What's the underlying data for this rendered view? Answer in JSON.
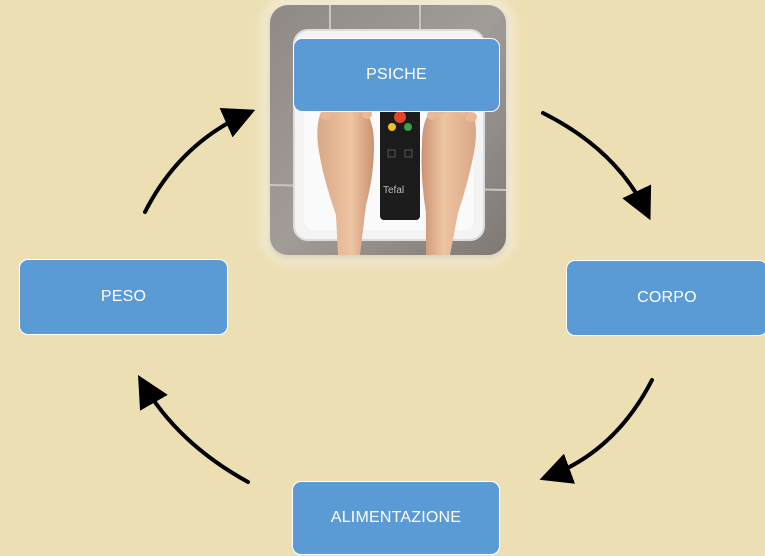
{
  "cycle": {
    "nodes": {
      "top": "PSICHE",
      "right": "CORPO",
      "bottom": "ALIMENTAZIONE",
      "left": "PESO"
    },
    "arrow_color": "#000000",
    "node_color": "#5b9bd5"
  },
  "photo": {
    "brand": "Tefal"
  }
}
